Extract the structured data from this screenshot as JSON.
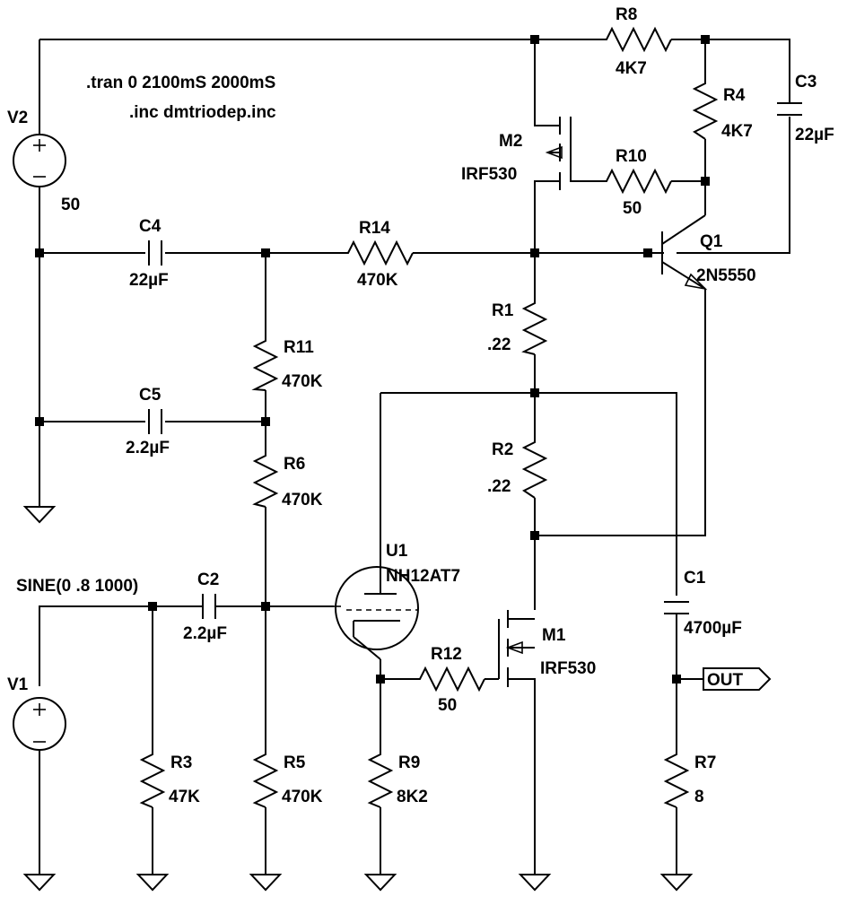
{
  "directives": {
    "tran": ".tran 0 2100mS 2000mS",
    "inc": ".inc dmtriodep.inc"
  },
  "sources": {
    "v2": {
      "name": "V2",
      "value": "50"
    },
    "v1": {
      "name": "V1",
      "value": "SINE(0 .8 1000)"
    }
  },
  "capacitors": {
    "c1": {
      "name": "C1",
      "value": "4700µF"
    },
    "c2": {
      "name": "C2",
      "value": "2.2µF"
    },
    "c3": {
      "name": "C3",
      "value": "22µF"
    },
    "c4": {
      "name": "C4",
      "value": "22µF"
    },
    "c5": {
      "name": "C5",
      "value": "2.2µF"
    }
  },
  "resistors": {
    "r1": {
      "name": "R1",
      "value": ".22"
    },
    "r2": {
      "name": "R2",
      "value": ".22"
    },
    "r3": {
      "name": "R3",
      "value": "47K"
    },
    "r4": {
      "name": "R4",
      "value": "4K7"
    },
    "r5": {
      "name": "R5",
      "value": "470K"
    },
    "r6": {
      "name": "R6",
      "value": "470K"
    },
    "r7": {
      "name": "R7",
      "value": "8"
    },
    "r8": {
      "name": "R8",
      "value": "4K7"
    },
    "r9": {
      "name": "R9",
      "value": "8K2"
    },
    "r10": {
      "name": "R10",
      "value": "50"
    },
    "r11": {
      "name": "R11",
      "value": "470K"
    },
    "r12": {
      "name": "R12",
      "value": "50"
    },
    "r14": {
      "name": "R14",
      "value": "470K"
    }
  },
  "transistors": {
    "m1": {
      "name": "M1",
      "value": "IRF530"
    },
    "m2": {
      "name": "M2",
      "value": "IRF530"
    },
    "q1": {
      "name": "Q1",
      "value": "2N5550"
    },
    "u1": {
      "name": "U1",
      "value": "NH12AT7"
    }
  },
  "output_label": "OUT"
}
